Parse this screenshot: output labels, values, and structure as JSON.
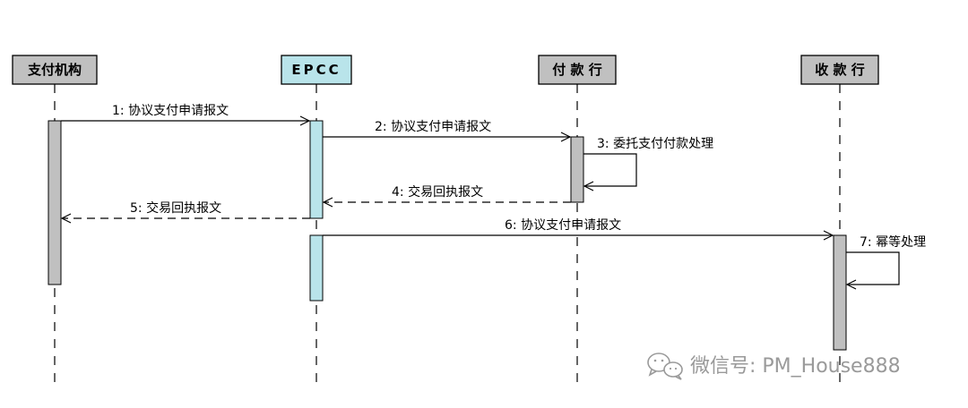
{
  "participants": [
    {
      "id": "p1",
      "label": "支付机构",
      "fill": "#c0c0c0"
    },
    {
      "id": "p2",
      "label": "EPCC",
      "fill": "#b9e4ea"
    },
    {
      "id": "p3",
      "label": "付 款 行",
      "fill": "#c0c0c0"
    },
    {
      "id": "p4",
      "label": "收 款 行",
      "fill": "#c0c0c0"
    }
  ],
  "messages": [
    {
      "id": "m1",
      "label": "1: 协议支付申请报文"
    },
    {
      "id": "m2",
      "label": "2: 协议支付申请报文"
    },
    {
      "id": "m3",
      "label": "3: 委托支付付款处理"
    },
    {
      "id": "m4",
      "label": "4: 交易回执报文"
    },
    {
      "id": "m5",
      "label": "5: 交易回执报文"
    },
    {
      "id": "m6",
      "label": "6: 协议支付申请报文"
    },
    {
      "id": "m7",
      "label": "7: 幂等处理"
    }
  ],
  "watermark": {
    "text": "微信号: PM_House888"
  },
  "colors": {
    "activation_gray": "#c0c0c0",
    "activation_cyan": "#b9e4ea",
    "watermark": "#9a9a9a"
  }
}
